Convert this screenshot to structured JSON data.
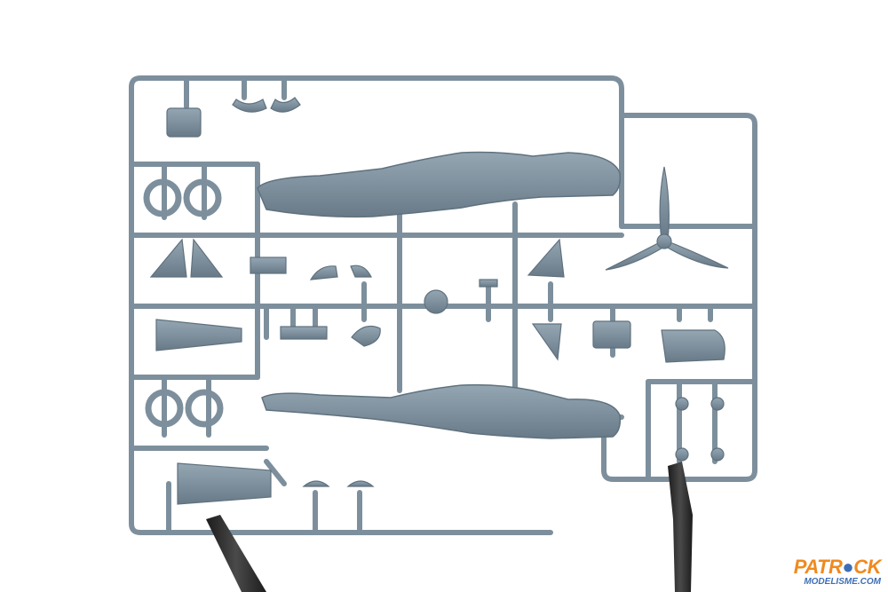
{
  "photo": {
    "subject": "",
    "colors": {
      "background": "#ffffff",
      "plastic": "#7d8f9c",
      "plastic_dark": "#5f717e",
      "plastic_light": "#9aabb8",
      "stand": "#2b2b2b",
      "logo_orange": "#ef8a1e",
      "logo_blue": "#3d6fb6"
    }
  },
  "watermark": {
    "brand_part1": "PATR",
    "brand_part2": "CK",
    "site": "MODELISME.COM"
  }
}
